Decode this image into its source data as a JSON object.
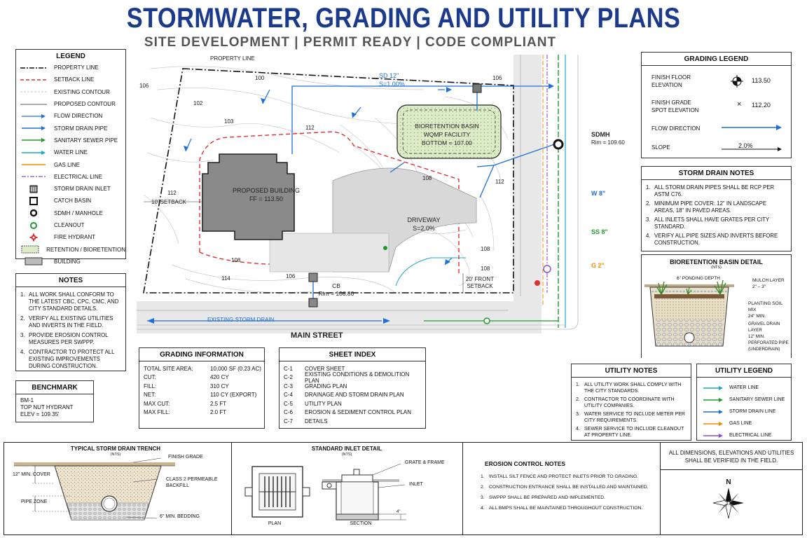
{
  "header": {
    "title": "STORMWATER, GRADING AND UTILITY PLANS",
    "subtitle": "SITE DEVELOPMENT | PERMIT READY | CODE COMPLIANT"
  },
  "legend": {
    "title": "LEGEND",
    "items": [
      {
        "label": "PROPERTY LINE",
        "icon": "property-line"
      },
      {
        "label": "SETBACK LINE",
        "icon": "setback-line"
      },
      {
        "label": "EXISTING CONTOUR",
        "icon": "existing-contour"
      },
      {
        "label": "PROPOSED CONTOUR",
        "icon": "proposed-contour"
      },
      {
        "label": "FLOW DIRECTION",
        "icon": "flow-arrow"
      },
      {
        "label": "STORM DRAIN PIPE",
        "icon": "storm-drain-pipe"
      },
      {
        "label": "SANITARY SEWER PIPE",
        "icon": "sanitary-sewer-pipe"
      },
      {
        "label": "WATER LINE",
        "icon": "water-line"
      },
      {
        "label": "GAS LINE",
        "icon": "gas-line"
      },
      {
        "label": "ELECTRICAL LINE",
        "icon": "electrical-line"
      },
      {
        "label": "STORM DRAIN INLET",
        "icon": "storm-drain-inlet"
      },
      {
        "label": "CATCH BASIN",
        "icon": "catch-basin"
      },
      {
        "label": "SDMH / MANHOLE",
        "icon": "manhole"
      },
      {
        "label": "CLEANOUT",
        "icon": "cleanout"
      },
      {
        "label": "FIRE HYDRANT",
        "icon": "fire-hydrant"
      },
      {
        "label": "RETENTION / BIORETENTION",
        "icon": "bioretention"
      },
      {
        "label": "BUILDING",
        "icon": "building"
      }
    ]
  },
  "notes": {
    "title": "NOTES",
    "items": [
      {
        "num": "1.",
        "text": "ALL WORK SHALL CONFORM TO THE LATEST CBC, CPC, CMC, AND CITY STANDARD DETAILS."
      },
      {
        "num": "2.",
        "text": "VERIFY ALL EXISTING UTILITIES AND INVERTS IN THE FIELD."
      },
      {
        "num": "3.",
        "text": "PROVIDE EROSION CONTROL MEASURES PER SWPPP."
      },
      {
        "num": "4.",
        "text": "CONTRACTOR TO PROTECT ALL EXISTING IMPROVEMENTS DURING CONSTRUCTION."
      }
    ]
  },
  "benchmark": {
    "title": "BENCHMARK",
    "lines": [
      "BM-1",
      "TOP NUT HYDRANT",
      "ELEV = 109.35'"
    ]
  },
  "grading_info": {
    "title": "GRADING INFORMATION",
    "rows": [
      {
        "k": "TOTAL SITE AREA:",
        "v": "10,000 SF (0.23 AC)"
      },
      {
        "k": "CUT:",
        "v": "420 CY"
      },
      {
        "k": "FILL:",
        "v": "310 CY"
      },
      {
        "k": "NET:",
        "v": "110 CY (EXPORT)"
      },
      {
        "k": "MAX CUT:",
        "v": "2.5 FT"
      },
      {
        "k": "MAX FILL:",
        "v": "2.0 FT"
      }
    ]
  },
  "sheet_index": {
    "title": "SHEET INDEX",
    "rows": [
      {
        "k": "C-1",
        "v": "COVER SHEET"
      },
      {
        "k": "C-2",
        "v": "EXISTING CONDITIONS & DEMOLITION PLAN"
      },
      {
        "k": "C-3",
        "v": "GRADING PLAN"
      },
      {
        "k": "C-4",
        "v": "DRAINAGE AND STORM DRAIN PLAN"
      },
      {
        "k": "C-5",
        "v": "UTILITY PLAN"
      },
      {
        "k": "C-6",
        "v": "EROSION & SEDIMENT CONTROL PLAN"
      },
      {
        "k": "C-7",
        "v": "DETAILS"
      }
    ]
  },
  "grading_legend": {
    "title": "GRADING LEGEND",
    "ff_label_1": "FINISH FLOOR",
    "ff_label_2": "ELEVATION",
    "ff_value": "113.50",
    "fg_label_1": "FINISH GRADE",
    "fg_label_2": "SPOT ELEVATION",
    "fg_value": "112.20",
    "flow_label": "FLOW DIRECTION",
    "slope_label": "SLOPE",
    "slope_value": "2.0%"
  },
  "storm_drain_notes": {
    "title": "STORM DRAIN NOTES",
    "items": [
      {
        "num": "1.",
        "text": "ALL STORM DRAIN PIPES SHALL BE RCP PER ASTM C76."
      },
      {
        "num": "2.",
        "text": "MINIMUM PIPE COVER: 12\" IN LANDSCAPE AREAS, 18\" IN PAVED AREAS."
      },
      {
        "num": "3.",
        "text": "ALL INLETS SHALL HAVE GRATES PER CITY STANDARD."
      },
      {
        "num": "4.",
        "text": "VERIFY ALL PIPE SIZES AND INVERTS BEFORE CONSTRUCTION."
      }
    ]
  },
  "bioretention_detail": {
    "title": "BIORETENTION BASIN DETAIL",
    "nts": "(NTS)",
    "ponding": "6\" PONDING DEPTH",
    "mulch_1": "MULCH LAYER",
    "mulch_2": "2\" – 3\"",
    "soil_1": "PLANTING SOIL MIX",
    "soil_2": "24\" MIN.",
    "gravel_1": "GRAVEL DRAIN LAYER",
    "gravel_2": "12\" MIN.",
    "pipe_1": "PERFORATED PIPE",
    "pipe_2": "(UNDERDRAIN)"
  },
  "utility_notes": {
    "title": "UTILITY NOTES",
    "items": [
      {
        "num": "1.",
        "text": "ALL UTILITY WORK SHALL COMPLY WITH THE CITY STANDARDS."
      },
      {
        "num": "2.",
        "text": "CONTRACTOR TO COORDINATE WITH UTILITY COMPANIES."
      },
      {
        "num": "3.",
        "text": "WATER SERVICE TO INCLUDE METER PER CITY REQUIREMENTS."
      },
      {
        "num": "4.",
        "text": "SEWER SERVICE TO INCLUDE CLEANOUT AT PROPERTY LINE."
      }
    ]
  },
  "utility_legend": {
    "title": "UTILITY LEGEND",
    "items": [
      {
        "label": "WATER LINE",
        "color": "#1aa7c8"
      },
      {
        "label": "SANITARY SEWER LINE",
        "color": "#1e9a2e"
      },
      {
        "label": "STORM DRAIN LINE",
        "color": "#1e6fd9"
      },
      {
        "label": "GAS LINE",
        "color": "#f08c00"
      },
      {
        "label": "ELECTRICAL LINE",
        "color": "#8a4fd0"
      }
    ]
  },
  "trench_detail": {
    "title": "TYPICAL STORM DRAIN TRENCH",
    "nts": "(NTS)",
    "finish_grade": "FINISH GRADE",
    "min_cover": "12\" MIN. COVER",
    "backfill_1": "CLASS 2 PERMEABLE",
    "backfill_2": "BACKFILL",
    "pipe_zone": "PIPE ZONE",
    "bedding": "6\" MIN. BEDDING"
  },
  "inlet_detail": {
    "title": "STANDARD INLET DETAIL",
    "nts": "(NTS)",
    "grate": "GRATE & FRAME",
    "inlet": "INLET",
    "plan": "PLAN",
    "section": "SECTION",
    "dim": "4\""
  },
  "erosion_notes": {
    "title": "EROSION CONTROL NOTES",
    "items": [
      {
        "num": "1.",
        "text": "INSTALL SILT FENCE AND PROTECT INLETS PRIOR TO GRADING."
      },
      {
        "num": "2.",
        "text": "CONSTRUCTION ENTRANCE SHALL BE INSTALLED AND MAINTAINED."
      },
      {
        "num": "3.",
        "text": "SWPPP SHALL BE PREPARED AND IMPLEMENTED."
      },
      {
        "num": "4.",
        "text": "ALL BMPS SHALL BE MAINTAINED THROUGHOUT CONSTRUCTION."
      }
    ]
  },
  "field_note": "ALL DIMENSIONS, ELEVATIONS AND UTILITIES SHALL BE VERIFIED IN THE FIELD.",
  "north_label": "N",
  "site": {
    "property_line": "PROPERTY LINE",
    "sd_label": "SD  12\"",
    "sd_slope": "S=1.00%",
    "bio_1": "BIORETENTION BASIN",
    "bio_2": "WQMP FACILITY",
    "bio_3": "BOTTOM = 107.00",
    "building_1": "PROPOSED BUILDING",
    "building_2": "FF = 113.50",
    "driveway_1": "DRIVEWAY",
    "driveway_2": "S=2.0%",
    "setback_side": "10' SETBACK",
    "setback_front_1": "20' FRONT",
    "setback_front_2": "SETBACK",
    "cb_1": "CB",
    "cb_2": "Rim = 108.80",
    "sdmh_1": "SDMH",
    "sdmh_2": "Rim = 109.60",
    "existing_sd": "EXISTING STORM DRAIN",
    "street": "MAIN STREET",
    "w_label": "W 8\"",
    "ss_label": "SS 8\"",
    "g_label": "G 2\"",
    "contours": [
      "106",
      "100",
      "102",
      "103",
      "112",
      "112",
      "108",
      "112",
      "106",
      "108",
      "108",
      "114",
      "106",
      "108"
    ]
  }
}
